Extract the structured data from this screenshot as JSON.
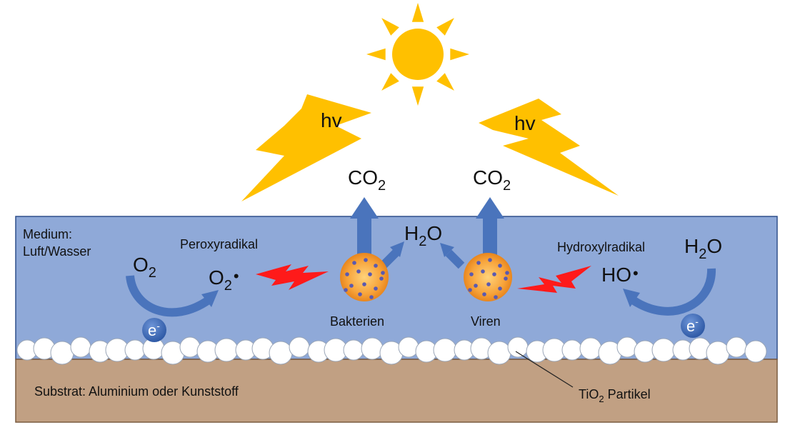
{
  "colors": {
    "medium": "#8fa9d8",
    "medium_border": "#2f4f8a",
    "substrate": "#c1a083",
    "substrate_border": "#7a5a3f",
    "sun": "#ffc000",
    "lightning": "#ffc000",
    "arrow_blue": "#4a74bc",
    "flash_red": "#ff1a1a",
    "electron": "#3f6fc4",
    "particle": "#ffffff",
    "microbe": "#f7a33a",
    "microbe_dot": "#5a5ab0"
  },
  "labels": {
    "medium_line1": "Medium:",
    "medium_line2": "Luft/Wasser",
    "peroxy": "Peroxyradikal",
    "hydroxy": "Hydroxylradikal",
    "bakterien": "Bakterien",
    "viren": "Viren",
    "substrat": "Substrat: Aluminium oder Kunststoff",
    "tio2_prefix": "TiO",
    "tio2_sub": "2",
    "tio2_suffix": " Partikel"
  },
  "formulas": {
    "hv": "hv",
    "co2_base": "CO",
    "co2_sub": "2",
    "h2o_pre": "H",
    "h2o_sub": "2",
    "h2o_post": "O",
    "o2_base": "O",
    "o2_sub": "2",
    "radical_dot": "•",
    "ho": "HO",
    "electron_base": "e",
    "electron_sup": "-"
  },
  "icons": {
    "sun": "sun-icon",
    "lightning": "lightning-bolt-icon",
    "flash": "red-flash-icon",
    "microbe": "microbe-icon",
    "electron": "electron-icon"
  }
}
